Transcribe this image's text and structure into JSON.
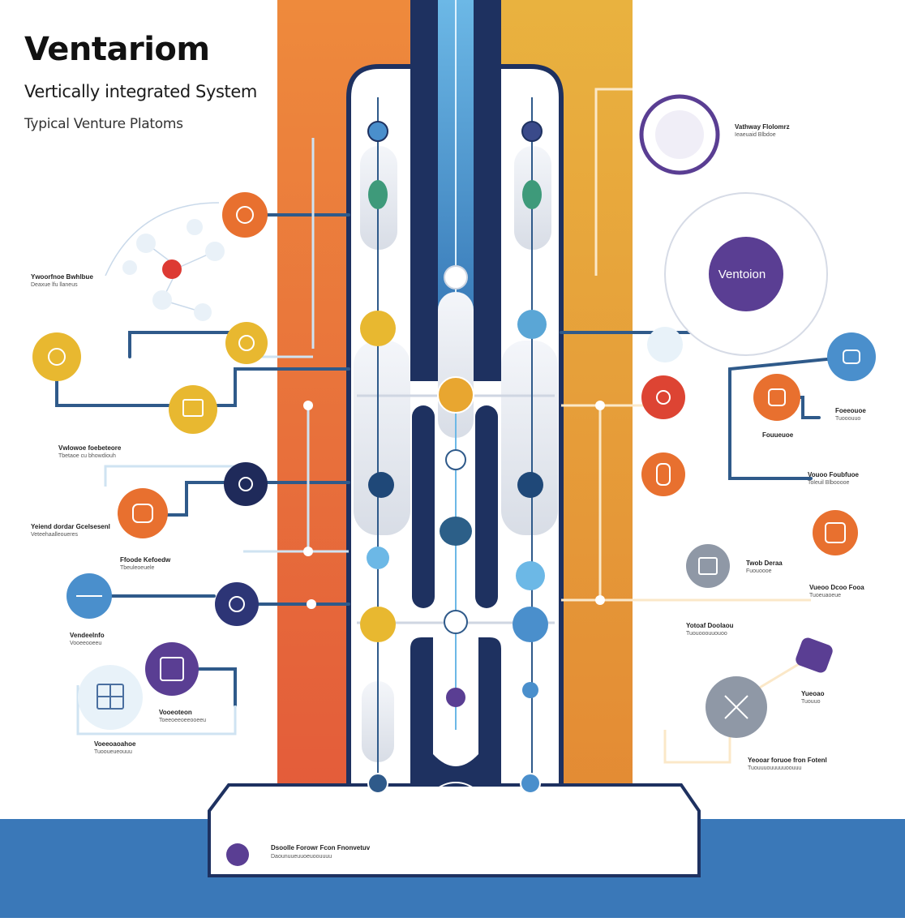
{
  "header": {
    "title": "Ventariom",
    "subtitle": "Vertically integrated System",
    "tagline": "Typical Venture Platoms"
  },
  "labels": {
    "top_right": {
      "title": "Vathway Flolomrz",
      "sub": "Ieaeuaid Blbdoe"
    },
    "center_badge": "Ventoion",
    "left_1": {
      "title": "Ywoorfnoe Bwhlbue",
      "sub": "Deaxue lfu llaneus"
    },
    "left_2": {
      "title": "Vwlowoe foebeteore",
      "sub": "Tbetaoe cu bhowdiouh"
    },
    "left_3": {
      "title": "Yeiend dordar Gcelsesenl",
      "sub": "Veteehaalleoueres"
    },
    "left_4": {
      "title": "Ffoode Kefoedw",
      "sub": "Tbeuleoeuele"
    },
    "left_5": {
      "title": "Vendeelnfo",
      "sub": "Vooeeooeeu"
    },
    "left_6": {
      "title": "Vooeoteon",
      "sub": "Toeeoeeoeeooeeu"
    },
    "left_7": {
      "title": "Voeeoaoahoe",
      "sub": "Tuooueueouuu"
    },
    "right_1": {
      "title": "Foeeouoe",
      "sub": "Tuooouuo"
    },
    "right_2": {
      "title": "Fouueuoe",
      "sub": ""
    },
    "right_3": {
      "title": "Vouoo Foubfuoe",
      "sub": "Toleuil Blbooooe"
    },
    "right_4": {
      "title": "Twob Deraa",
      "sub": "Fuouoooe"
    },
    "right_5": {
      "title": "Vueoo Dcoo Fooa",
      "sub": "Tuoeuaoeue"
    },
    "right_6": {
      "title": "Yotoaf Doolaou",
      "sub": "Tuouooouuouoo"
    },
    "right_7": {
      "title": "Yueoao",
      "sub": "Tuouuo"
    },
    "right_8": {
      "title": "Yeooar foruoe fron Fotenl",
      "sub": "Tuouuuouuuuuoouuu"
    },
    "bottom": {
      "title": "Dsoolle Forowr Fcon Fnonvetuv",
      "sub": "Daounuueuuoeuoouuuu"
    }
  },
  "colors": {
    "orange_band": "#e8733a",
    "yellow_band": "#e7a73d",
    "navy": "#1e3160",
    "sky": "#5aa6d6",
    "node_orange": "#e8702f",
    "node_yellow": "#e8b830",
    "node_navy": "#1f2a5a",
    "node_blue": "#4a8fcc",
    "node_purple": "#5a3e93",
    "node_red": "#dd4433",
    "node_grey": "#8f98a6",
    "base_blue": "#3a78b8"
  }
}
